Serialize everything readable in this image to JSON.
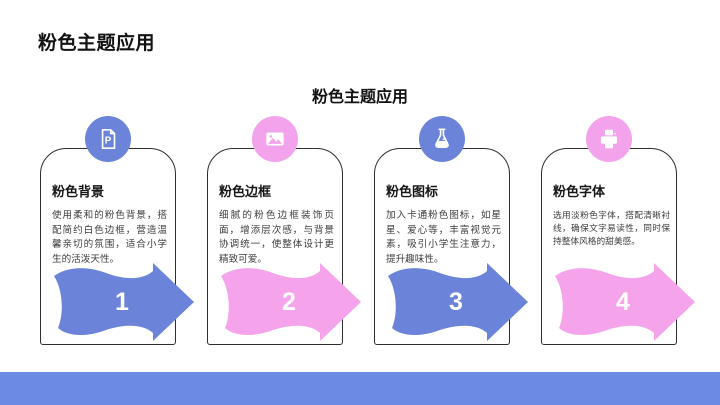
{
  "slide": {
    "title": "粉色主题应用",
    "subtitle": "粉色主题应用",
    "colors": {
      "blue": "#6b84d9",
      "pink": "#f3a3ec",
      "bottom_bar": "#6d8ae2",
      "card_border": "#2e2e2e",
      "background": "#ffffff"
    },
    "cards": [
      {
        "icon": "document-p-icon",
        "icon_color": "blue",
        "title": "粉色背景",
        "body": "使用柔和的粉色背景，搭配简约白色边框，营造温馨亲切的氛围，适合小学生的活泼天性。",
        "number": "1",
        "arrow_color": "blue"
      },
      {
        "icon": "image-icon",
        "icon_color": "pink",
        "title": "粉色边框",
        "body": "细腻的粉色边框装饰页面，增添层次感，与背景协调统一，使整体设计更精致可爱。",
        "number": "2",
        "arrow_color": "pink"
      },
      {
        "icon": "flask-icon",
        "icon_color": "blue",
        "title": "粉色图标",
        "body": "加入卡通粉色图标，如星星、爱心等，丰富视觉元素，吸引小学生注意力，提升趣味性。",
        "number": "3",
        "arrow_color": "blue"
      },
      {
        "icon": "printer-icon",
        "icon_color": "pink",
        "title": "粉色字体",
        "body": "选用淡粉色字体，搭配清晰衬线，确保文字易读性，同时保持整体风格的甜美感。",
        "number": "4",
        "arrow_color": "pink"
      }
    ]
  }
}
